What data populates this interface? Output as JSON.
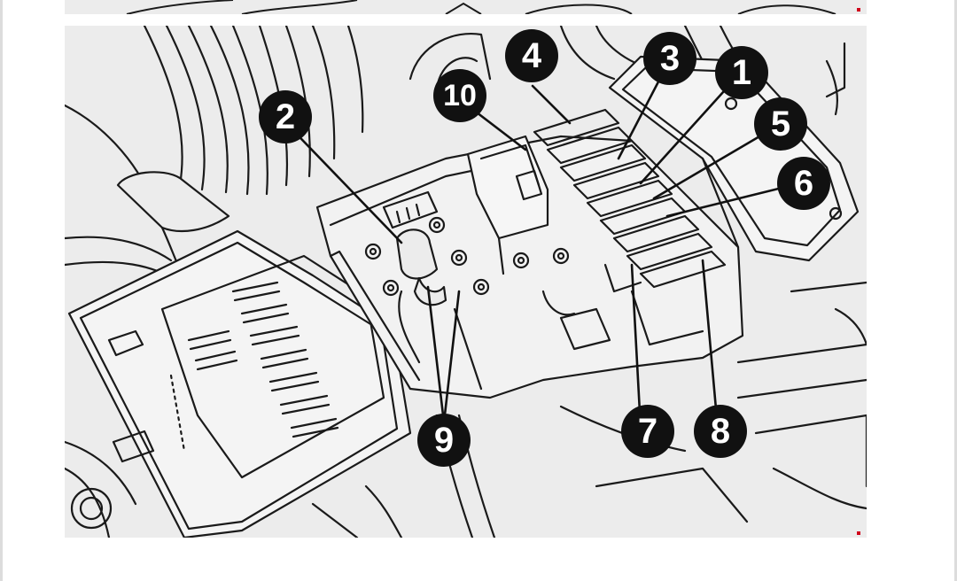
{
  "diagram": {
    "callouts": [
      {
        "id": "c1",
        "label": "1"
      },
      {
        "id": "c2",
        "label": "2"
      },
      {
        "id": "c3",
        "label": "3"
      },
      {
        "id": "c4",
        "label": "4"
      },
      {
        "id": "c5",
        "label": "5"
      },
      {
        "id": "c6",
        "label": "6"
      },
      {
        "id": "c7",
        "label": "7"
      },
      {
        "id": "c8",
        "label": "8"
      },
      {
        "id": "c9",
        "label": "9"
      },
      {
        "id": "c10",
        "label": "10"
      }
    ]
  },
  "colors": {
    "page_background": "#ffffff",
    "figure_background": "#ececec",
    "line_art": "#1a1a1a",
    "callout_fill": "#111111",
    "callout_text": "#ffffff",
    "marker": "#d0021b"
  }
}
